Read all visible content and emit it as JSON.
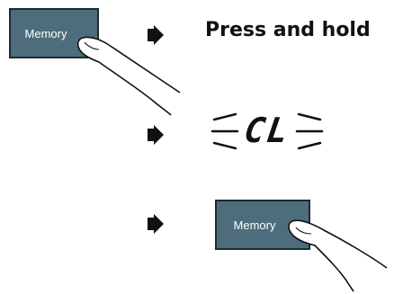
{
  "colors": {
    "button_bg": "#4d6d7c",
    "button_border": "#1e2a30"
  },
  "steps": [
    {
      "button_label": "Memory",
      "arrow_icon": "arrow-right-icon",
      "instruction": "Press and hold"
    },
    {
      "arrow_icon": "arrow-right-icon",
      "display": "CL",
      "flash_icon": "blinking-lines-icon"
    },
    {
      "arrow_icon": "arrow-right-icon",
      "button_label": "Memory"
    }
  ],
  "hand_icon": "pointing-finger-icon"
}
